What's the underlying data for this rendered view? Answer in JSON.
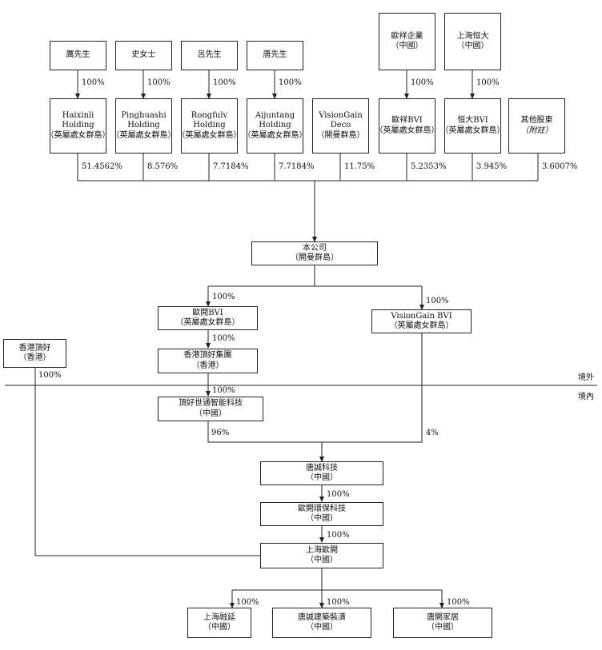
{
  "shareholders": [
    {
      "id": "li",
      "name": "厲先生"
    },
    {
      "id": "shi",
      "name": "史女士"
    },
    {
      "id": "lv",
      "name": "呂先生"
    },
    {
      "id": "tang",
      "name": "唐先生"
    },
    {
      "id": "oushen_ent",
      "name_lines": [
        "歐祥企業",
        "（中國）"
      ]
    },
    {
      "id": "sh_hengda",
      "name_lines": [
        "上海恒大",
        "（中國）"
      ]
    }
  ],
  "holdcos": [
    {
      "id": "haixinli",
      "lines": [
        "Haixinli",
        "Holding",
        "（英屬處女群島）"
      ],
      "pct": "51.4562%"
    },
    {
      "id": "pinghuashi",
      "lines": [
        "Pinghuashi",
        "Holding",
        "（英屬處女群島）"
      ],
      "pct": "8.576%"
    },
    {
      "id": "rongfulv",
      "lines": [
        "Rongfulv",
        "Holding",
        "（英屬處女群島）"
      ],
      "pct": "7.7184%"
    },
    {
      "id": "aijuntang",
      "lines": [
        "Aijuntang",
        "Holding",
        "（英屬處女群島）"
      ],
      "pct": "7.7184%"
    },
    {
      "id": "visiongain_deco",
      "lines": [
        "VisionGain",
        "Deco",
        "（開曼群島）"
      ],
      "pct": "11.75%"
    },
    {
      "id": "oushen_bvi",
      "lines": [
        "歐祥BVI",
        "（英屬處女群島）"
      ],
      "pct": "5.2353%"
    },
    {
      "id": "hengda_bvi",
      "lines": [
        "恒大BVI",
        "（英屬處女群島）"
      ],
      "pct": "3.945%"
    },
    {
      "id": "others",
      "lines": [
        "其他股東",
        "（附註）"
      ],
      "pct": "3.6007%"
    }
  ],
  "top_edge_pct": "100%",
  "company": {
    "lines": [
      "本公司",
      "（開曼群島）"
    ]
  },
  "oushen_bvi_sub": {
    "lines": [
      "歐開BVI",
      "（英屬處女群島）"
    ],
    "pct": "100%"
  },
  "visiongain_bvi": {
    "lines": [
      "VisionGain BVI",
      "（英屬處女群島）"
    ],
    "pct": "100%"
  },
  "hk_dinghao_group": {
    "lines": [
      "香港頂好集團",
      "（香港）"
    ],
    "pct": "100%"
  },
  "hk_dinghao": {
    "lines": [
      "香港頂好",
      "（香港）"
    ],
    "pct": "100%"
  },
  "dinghao_tech": {
    "lines": [
      "頂好世通智能科技",
      "（中國）"
    ],
    "pct": "100%"
  },
  "boundary": {
    "offshore": "境外",
    "onshore": "境內"
  },
  "tangcheng_tech": {
    "lines": [
      "唐誠科技",
      "（中國）"
    ],
    "pct_left": "96%",
    "pct_right": "4%"
  },
  "oukai_env": {
    "lines": [
      "歐開環保科技",
      "（中國）"
    ],
    "pct": "100%"
  },
  "sh_oukai": {
    "lines": [
      "上海歐開",
      "（中國）"
    ],
    "pct": "100%"
  },
  "bottom": [
    {
      "id": "sh_rongyan",
      "lines": [
        "上海融延",
        "（中國）"
      ],
      "pct": "100%"
    },
    {
      "id": "tangcheng_build",
      "lines": [
        "唐誠建築裝潢",
        "（中國）"
      ],
      "pct": "100%"
    },
    {
      "id": "tangkai_home",
      "lines": [
        "唐開家居",
        "（中國）"
      ],
      "pct": "100%"
    }
  ]
}
